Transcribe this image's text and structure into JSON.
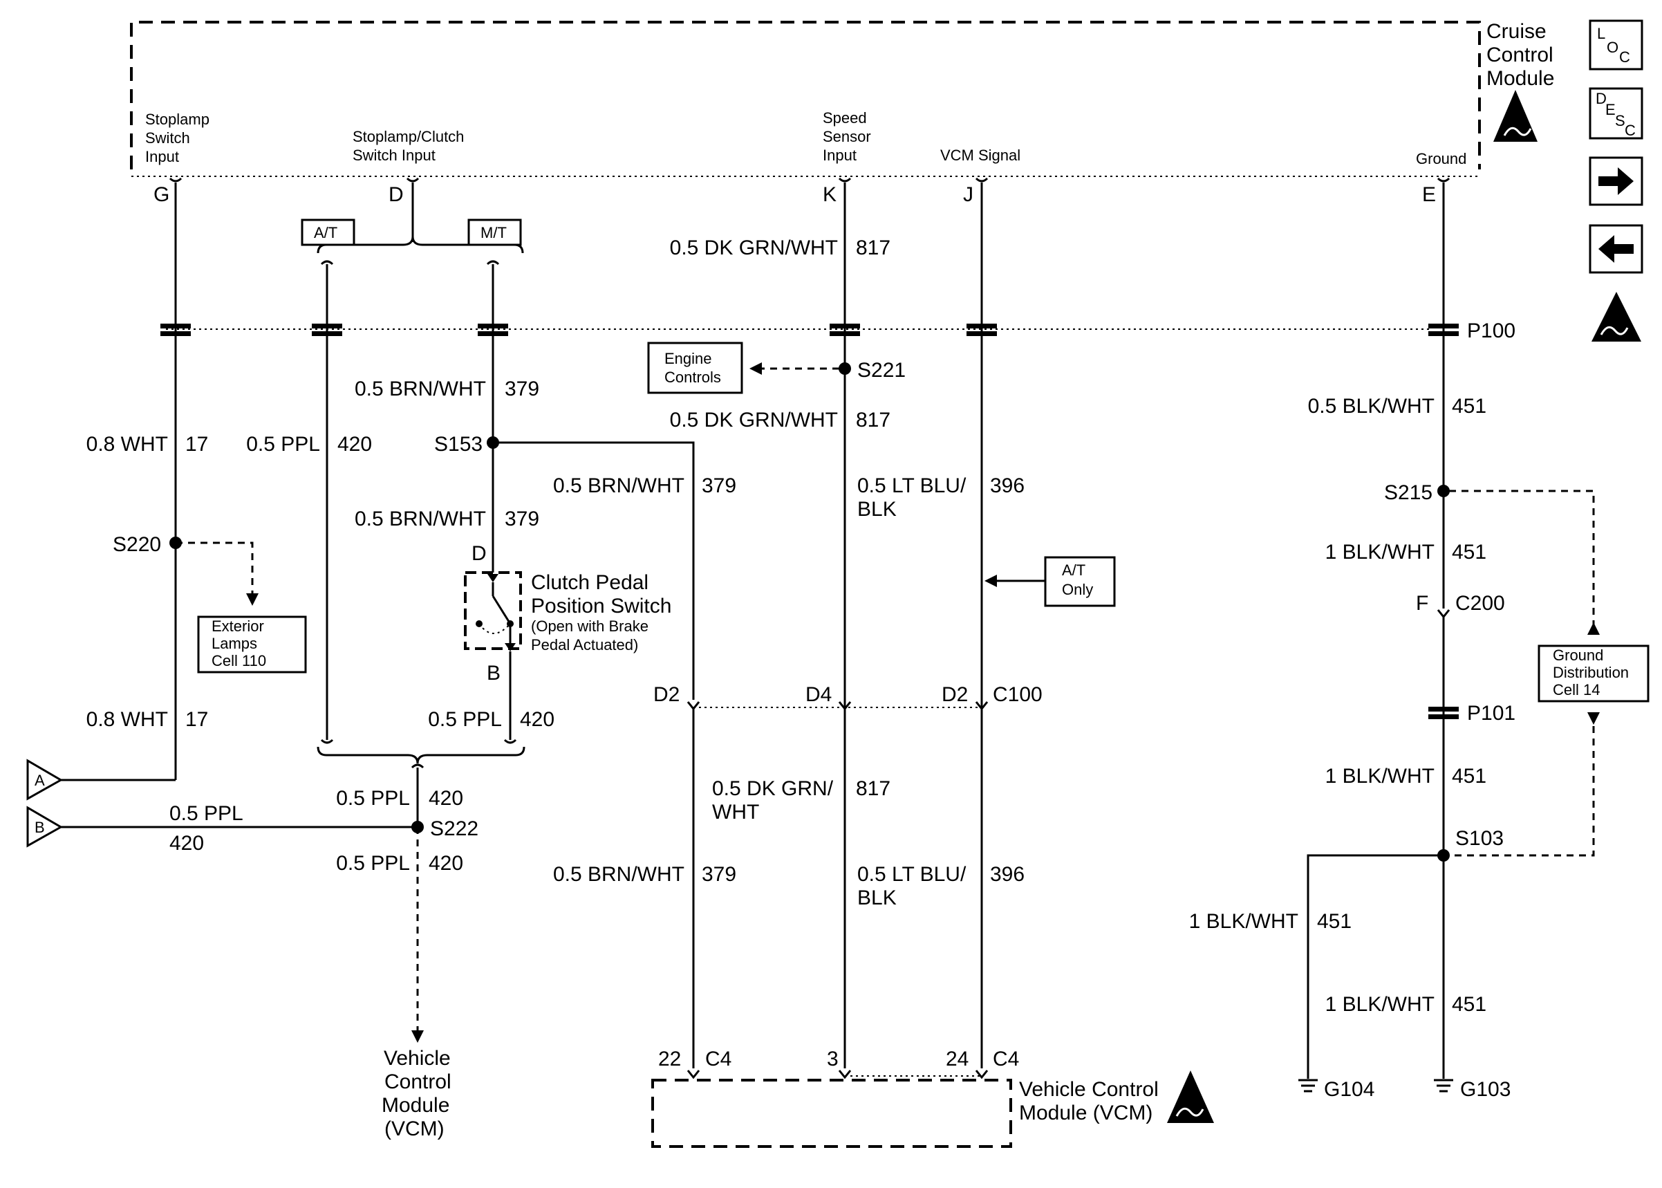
{
  "modules": {
    "cruise": {
      "line1": "Cruise",
      "line2": "Control",
      "line3": "Module"
    },
    "vcm_bottom": {
      "line1": "Vehicle Control",
      "line2": "Module (VCM)"
    },
    "vcm_left": {
      "line1": "Vehicle",
      "line2": "Control",
      "line3": "Module",
      "line4": "(VCM)"
    }
  },
  "inputs": {
    "stoplamp": {
      "line1": "Stoplamp",
      "line2": "Switch",
      "line3": "Input"
    },
    "stoplamp_clutch": {
      "line1": "Stoplamp/Clutch",
      "line2": "Switch Input"
    },
    "speed": {
      "line1": "Speed",
      "line2": "Sensor",
      "line3": "Input"
    },
    "vcm_signal": "VCM Signal",
    "ground": "Ground"
  },
  "pins": {
    "g": "G",
    "d": "D",
    "k": "K",
    "j": "J",
    "e": "E",
    "d_switch": "D",
    "b_switch": "B",
    "f": "F"
  },
  "tags": {
    "at": "A/T",
    "mt": "M/T",
    "at_only_1": "A/T",
    "at_only_2": "Only"
  },
  "boxes": {
    "engine": {
      "line1": "Engine",
      "line2": "Controls"
    },
    "exterior": {
      "line1": "Exterior",
      "line2": "Lamps",
      "line3": "Cell 110"
    },
    "ground_dist": {
      "line1": "Ground",
      "line2": "Distribution",
      "line3": "Cell 14"
    }
  },
  "connectors": {
    "p100": "P100",
    "p101": "P101",
    "c200": "C200",
    "c100": "C100",
    "c4_a": "C4",
    "c4_b": "C4",
    "d2_a": "D2",
    "d4": "D4",
    "d2_b": "D2",
    "pin22": "22",
    "pin3": "3",
    "pin24": "24"
  },
  "splices": {
    "s221": "S221",
    "s153": "S153",
    "s220": "S220",
    "s215": "S215",
    "s222": "S222",
    "s103": "S103"
  },
  "grounds": {
    "g104": "G104",
    "g103": "G103"
  },
  "wires": {
    "w817_top": {
      "color": "0.5 DK GRN/WHT",
      "circuit": "817"
    },
    "w379_a": {
      "color": "0.5 BRN/WHT",
      "circuit": "379"
    },
    "w817_mid": {
      "color": "0.5 DK GRN/WHT",
      "circuit": "817"
    },
    "w451_a": {
      "color": "0.5 BLK/WHT",
      "circuit": "451"
    },
    "w17_a": {
      "color": "0.8 WHT",
      "circuit": "17"
    },
    "w420_a": {
      "color": "0.5 PPL",
      "circuit": "420"
    },
    "w379_b": {
      "color": "0.5 BRN/WHT",
      "circuit": "379"
    },
    "w396_a": {
      "color1": "0.5 LT BLU/",
      "color2": "BLK",
      "circuit": "396"
    },
    "w379_c": {
      "color": "0.5 BRN/WHT",
      "circuit": "379"
    },
    "w451_b": {
      "color": "1 BLK/WHT",
      "circuit": "451"
    },
    "w17_b": {
      "color": "0.8 WHT",
      "circuit": "17"
    },
    "w420_b": {
      "color": "0.5 PPL",
      "circuit": "420"
    },
    "w451_c": {
      "color": "1 BLK/WHT",
      "circuit": "451"
    },
    "w817_low": {
      "color1": "0.5 DK GRN/",
      "color2": "WHT",
      "circuit": "817"
    },
    "w420_c": {
      "color": "0.5 PPL",
      "circuit": "420"
    },
    "w420_d": {
      "color": "0.5 PPL",
      "circuit": "420"
    },
    "w420_e": {
      "color": "0.5 PPL",
      "circuit": "420"
    },
    "w379_d": {
      "color": "0.5 BRN/WHT",
      "circuit": "379"
    },
    "w396_b": {
      "color1": "0.5 LT BLU/",
      "color2": "BLK",
      "circuit": "396"
    },
    "w451_d": {
      "color": "1 BLK/WHT",
      "circuit": "451"
    },
    "w451_e": {
      "color": "1 BLK/WHT",
      "circuit": "451"
    }
  },
  "clutch_switch": {
    "line1": "Clutch Pedal",
    "line2": "Position Switch",
    "line3": "(Open with Brake",
    "line4": "Pedal Actuated)"
  },
  "offpage": {
    "a": "A",
    "b": "B"
  },
  "side_icons": {
    "loc": {
      "l": "L",
      "o": "O",
      "c": "C"
    },
    "desc": {
      "d": "D",
      "e": "E",
      "s": "S",
      "c": "C"
    },
    "next": "arrow-right-icon",
    "prev": "arrow-left-icon",
    "esd": "esd-warning-icon"
  }
}
